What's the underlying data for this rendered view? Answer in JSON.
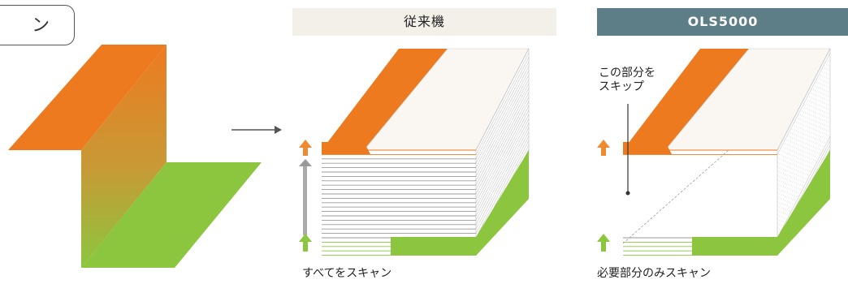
{
  "tag_label": "ン",
  "legacy": {
    "header": "従来機",
    "caption": "すべてをスキャン"
  },
  "ols": {
    "header": "OLS5000",
    "skip_label_line1": "この部分を",
    "skip_label_line2": "スキップ",
    "caption": "必要部分のみスキャン"
  },
  "colors": {
    "orange": "#ee7a20",
    "green": "#8cc63e",
    "header_dark": "#5d7e86",
    "header_light": "#f3efe9"
  }
}
